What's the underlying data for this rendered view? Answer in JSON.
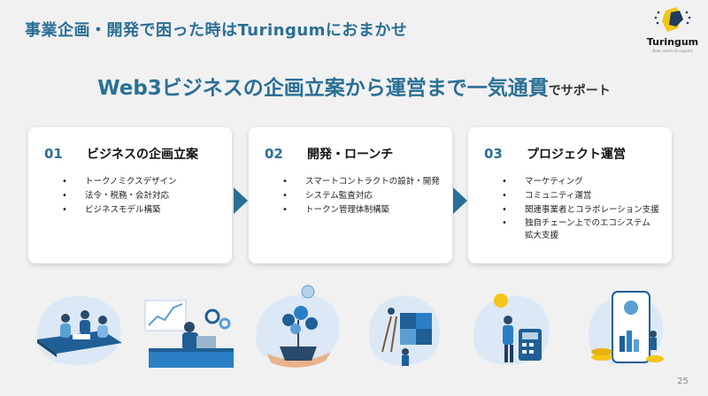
{
  "header": {
    "title": "事業企画・開発で困った時はTuringumにおまかせ"
  },
  "logo": {
    "name": "Turingum",
    "tagline": "Next switch to support"
  },
  "heading": {
    "main": "Web3ビジネスの企画立案から運営まで一気通貫",
    "suffix": "でサポート"
  },
  "cards": [
    {
      "number": "01",
      "title": "ビジネスの企画立案",
      "items": [
        "トークノミクスデザイン",
        "法令・税務・会計対応",
        "ビジネスモデル構築"
      ]
    },
    {
      "number": "02",
      "title": "開発・ローンチ",
      "items": [
        "スマートコントラクトの設計・開発",
        "システム監査対応",
        "トークン管理体制構築"
      ]
    },
    {
      "number": "03",
      "title": "プロジェクト運営",
      "items": [
        "マーケティング",
        "コミュニティ運営",
        "関連事業者とコラボレーション支援",
        "独自チェーン上でのエコシステム",
        "拡大支援"
      ]
    }
  ],
  "colors": {
    "accent": "#2a6f95",
    "illustration_blob": "#dce8f5",
    "logo_yellow": "#f5c518"
  },
  "page_number": "25"
}
